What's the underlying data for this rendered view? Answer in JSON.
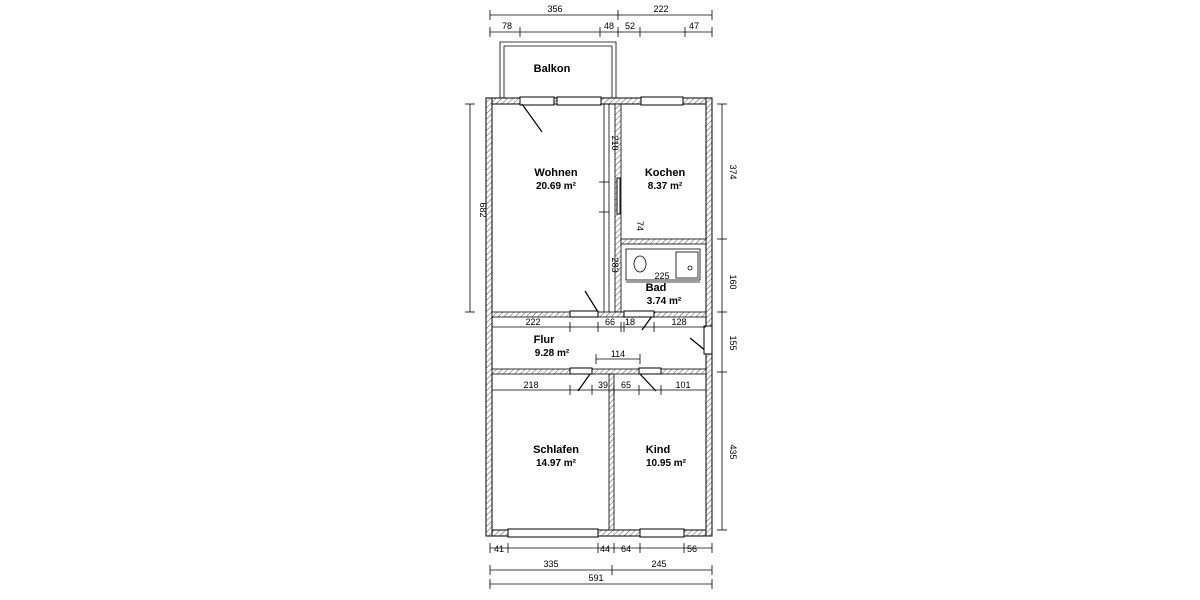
{
  "rooms": {
    "balkon": {
      "name": "Balkon"
    },
    "wohnen": {
      "name": "Wohnen",
      "area": "20.69 m²"
    },
    "kochen": {
      "name": "Kochen",
      "area": "8.37 m²"
    },
    "bad": {
      "name": "Bad",
      "area": "3.74 m²"
    },
    "flur": {
      "name": "Flur",
      "area": "9.28 m²"
    },
    "schlafen": {
      "name": "Schlafen",
      "area": "14.97 m²"
    },
    "kind": {
      "name": "Kind",
      "area": "10.95 m²"
    }
  },
  "dimensions": {
    "top": {
      "left_total": "356",
      "right_total": "222",
      "d78": "78",
      "d48": "48",
      "d52": "52",
      "d47": "47"
    },
    "left": {
      "height_total": "682"
    },
    "right": {
      "kochen": "374",
      "bad": "160",
      "flur": "155",
      "kind": "435"
    },
    "inner": {
      "d210": "210",
      "d74": "74",
      "d283": "283",
      "d225": "225",
      "d222": "222",
      "d66": "66",
      "d18": "18",
      "d128": "128",
      "d114": "114",
      "d218": "218",
      "d39": "39",
      "d65": "65",
      "d101": "101"
    },
    "bottom": {
      "d41": "41",
      "d44": "44",
      "d64": "64",
      "d56": "56",
      "d335": "335",
      "d245": "245",
      "total": "591"
    }
  }
}
